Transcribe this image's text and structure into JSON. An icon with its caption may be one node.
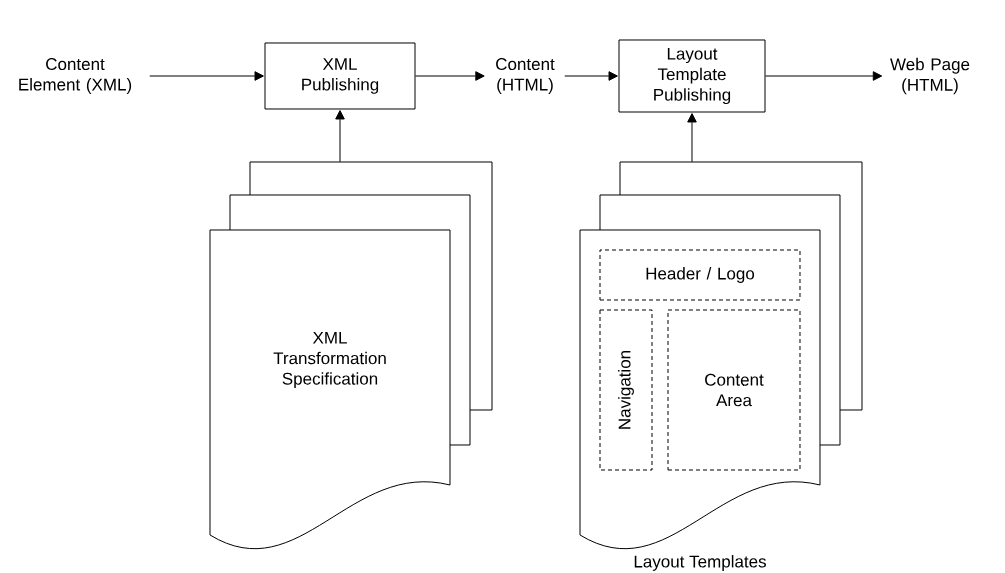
{
  "diagram": {
    "nodes": [
      {
        "text": [
          "Content Element (XML)"
        ]
      },
      {
        "text": [
          "XML Publishing"
        ]
      },
      {
        "text": [
          "Content (HTML)"
        ]
      },
      {
        "text": [
          "Layout Template Publishing"
        ]
      },
      {
        "text": [
          "Web Page (HTML)"
        ]
      },
      {
        "text": [
          "XML Transformation Specification"
        ]
      },
      {
        "text": [],
        "shape": "document",
        "beside": [
          "Layout Templates"
        ]
      },
      {
        "text": [
          "Header / Logo"
        ],
        "in": 6
      },
      {
        "text": [
          "Navigation"
        ],
        "in": 6
      },
      {
        "text": [
          "Content Area"
        ],
        "in": 6
      }
    ],
    "edges": [
      {
        "from": 0,
        "to": 1,
        "arrow": "to"
      },
      {
        "from": 1,
        "to": 2,
        "arrow": "to"
      },
      {
        "from": 2,
        "to": 3,
        "arrow": "to"
      },
      {
        "from": 3,
        "to": 4,
        "arrow": "to"
      },
      {
        "from": 5,
        "to": 1,
        "arrow": "to"
      },
      {
        "from": 6,
        "to": 3,
        "arrow": "to"
      }
    ]
  }
}
